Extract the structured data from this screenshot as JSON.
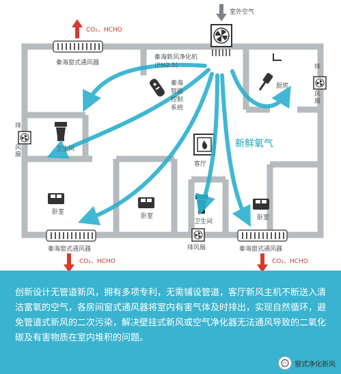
{
  "labels": {
    "outdoor_air": "室外空气",
    "fresh_air_unit": "秦海新风净化机",
    "fresh_air_unit_sub": "(PM2.5)",
    "remote_line1": "秦海",
    "remote_line2": "智能",
    "remote_line3": "控制",
    "remote_line4": "系统",
    "window_vent_top": "秦海窗式通风器",
    "window_vent_bottom_left": "秦海窗式通风器",
    "window_vent_bottom_right": "秦海窗式通风器",
    "exhaust_top": "CO₂、HCHO",
    "exhaust_bottom_left": "CO₂、HCHO",
    "exhaust_bottom_right": "CO₂、HCHO",
    "kitchen": "厨房",
    "exhaust_fan_right_1": "排",
    "exhaust_fan_right_2": "风",
    "exhaust_fan_right_3": "扇",
    "exhaust_fan_left_1": "排",
    "exhaust_fan_left_2": "风",
    "exhaust_fan_left_3": "扇",
    "bathroom_left": "卫生间",
    "living_room": "客厅",
    "fresh_oxygen": "新鲜氧气",
    "bedroom_left": "卧室",
    "bedroom_middle": "卧室",
    "bathroom_bottom": "卫生间",
    "exhaust_fan_bottom": "排风扇",
    "bedroom_right": "卧室"
  },
  "description": "创新设计无管道新风，拥有多项专利，无需铺设管道，客厅新风主机不断送入清洁富氧的空气，各房间窗式通风器将室内有害气体及时排出，实现自然循环，避免管道式新风的二次污染，解决壁挂式新风或空气净化器无法通风导致的二氧化碳及有害物质在室内堆积的问题。",
  "watermark": "窗式净化新风",
  "colors": {
    "wall": "#b5bbbe",
    "floor": "#ffffff",
    "flow": "#2cb1cf",
    "arrow_red": "#d63a2f",
    "arrow_gray": "#7d8387",
    "panel": "#39b3cf"
  }
}
